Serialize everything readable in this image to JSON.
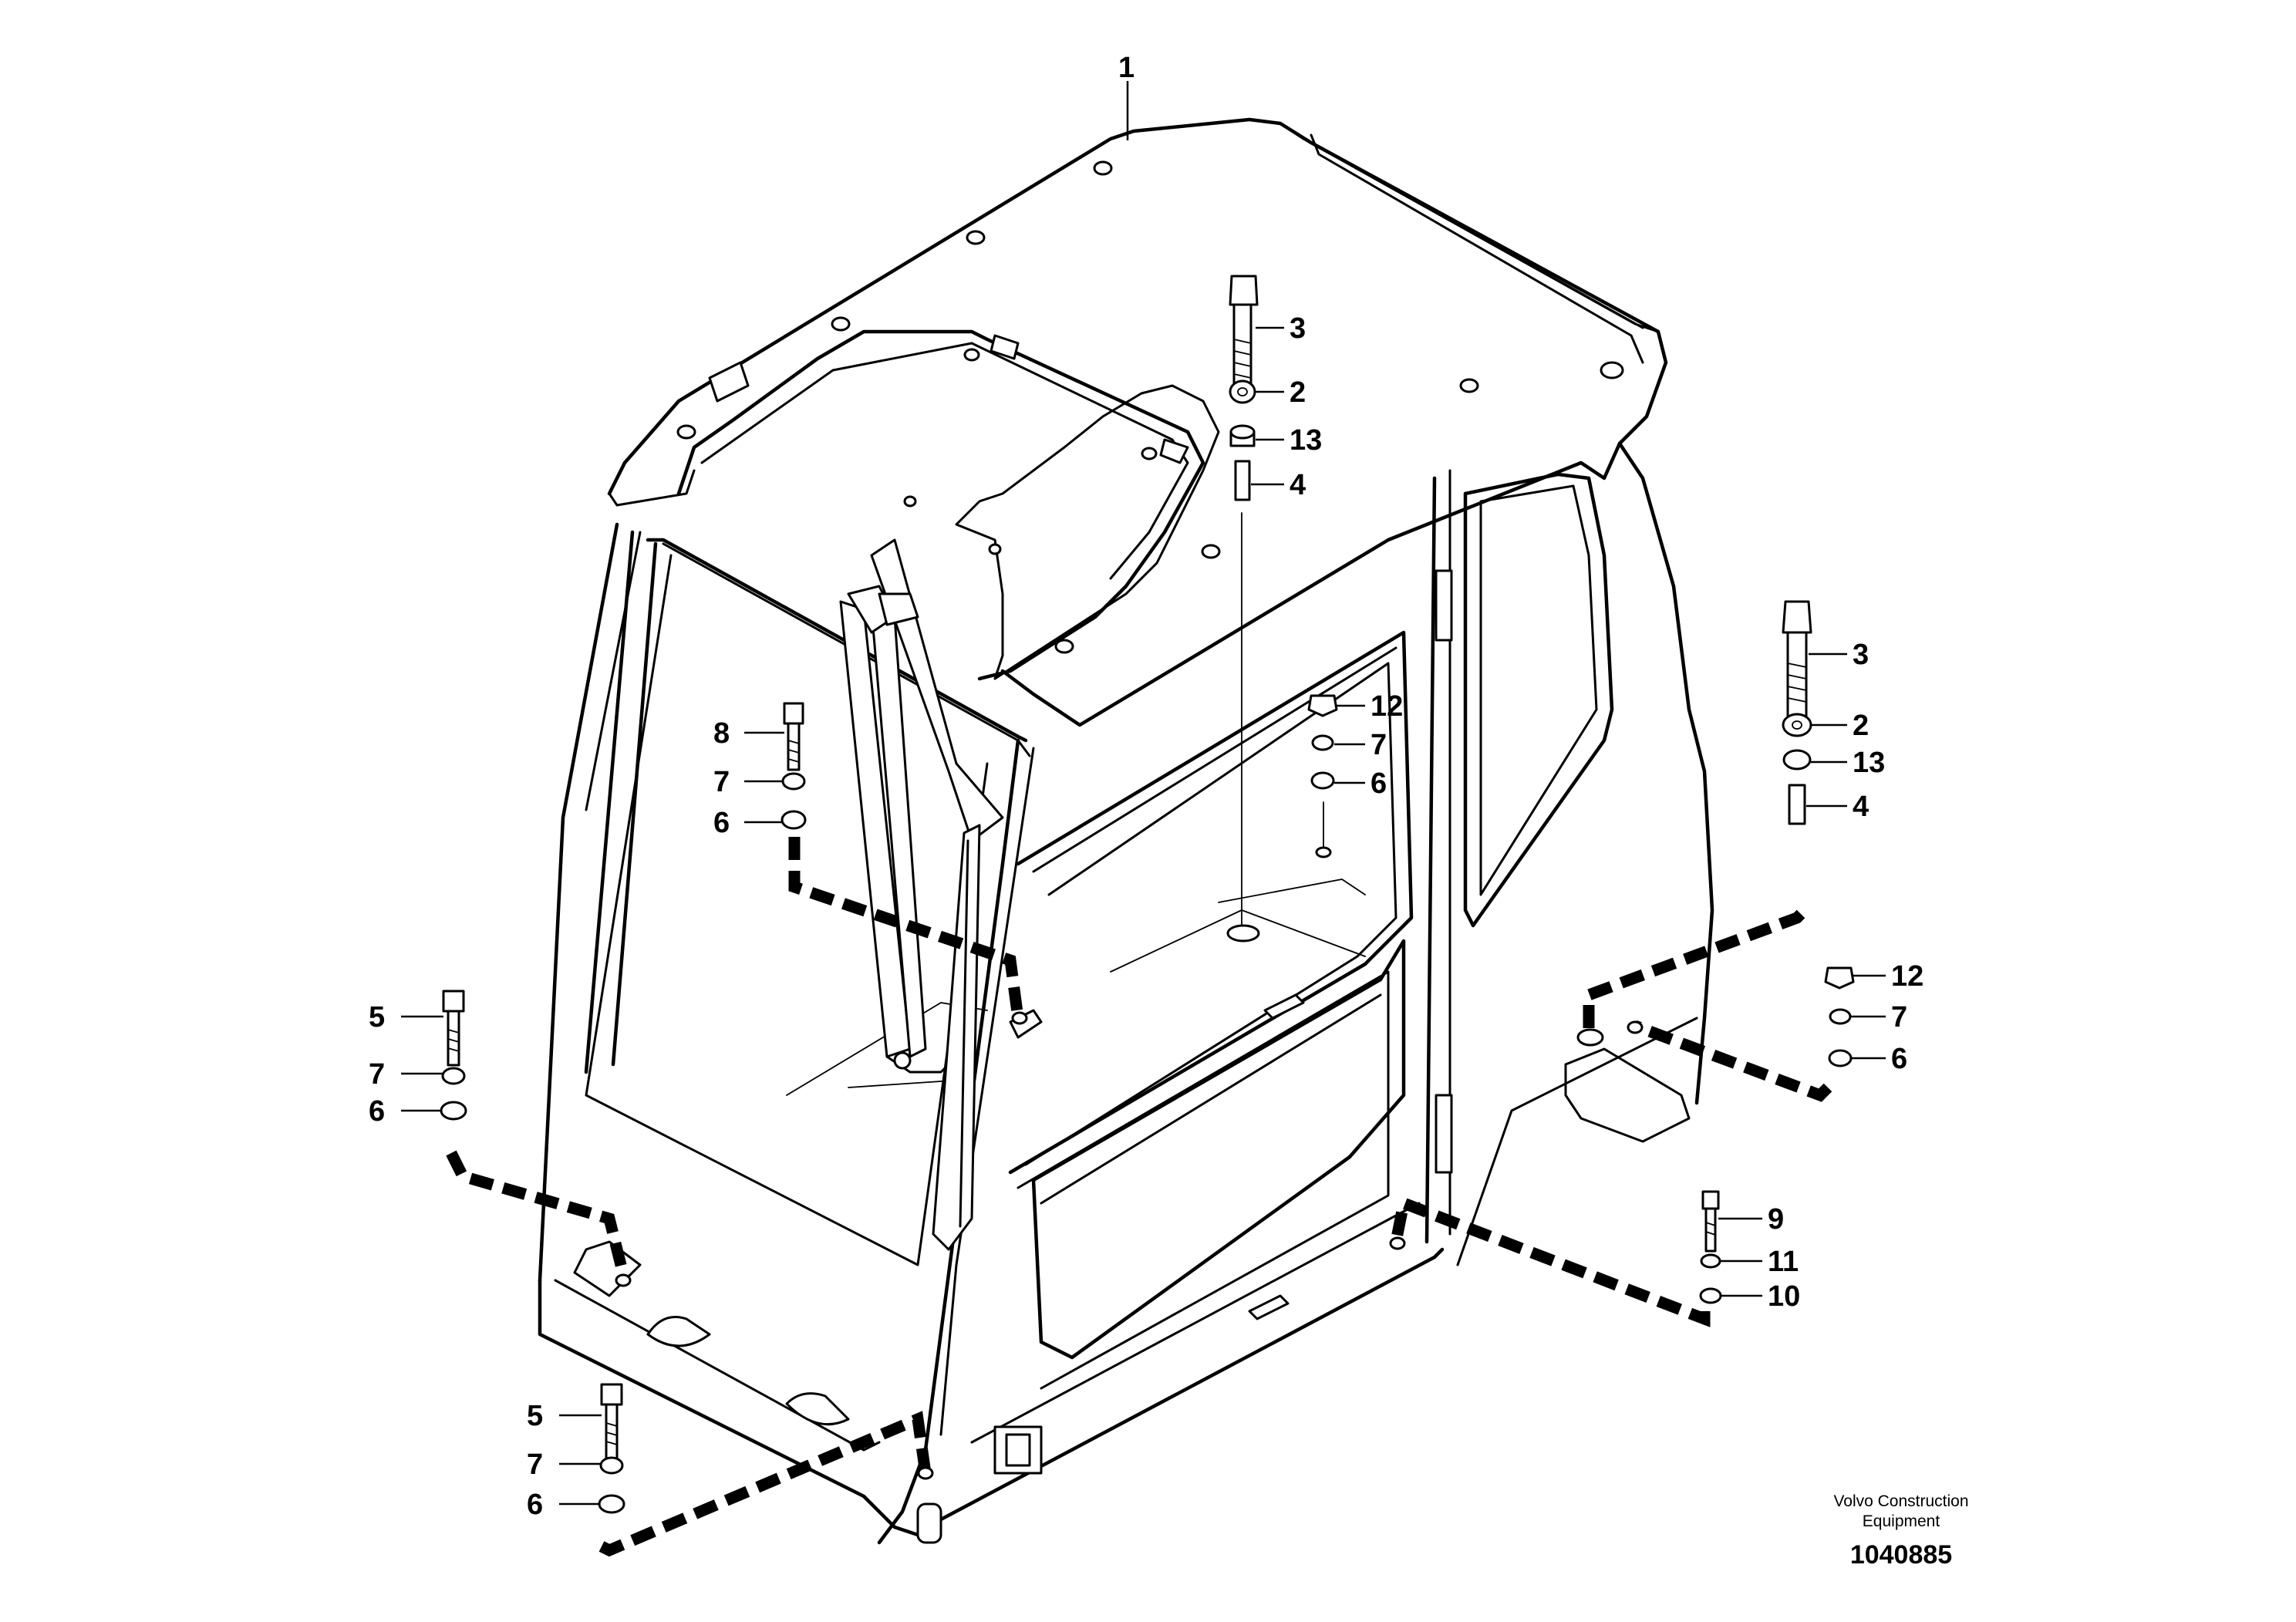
{
  "callouts": {
    "c1": "1",
    "c2": "2",
    "c3": "3",
    "c4": "4",
    "c5": "5",
    "c6": "6",
    "c7": "7",
    "c8": "8",
    "c9": "9",
    "c10": "10",
    "c11": "11",
    "c12": "12",
    "c13": "13"
  },
  "footer": {
    "brand_line1": "Volvo Construction",
    "brand_line2": "Equipment",
    "reference": "1040885"
  }
}
